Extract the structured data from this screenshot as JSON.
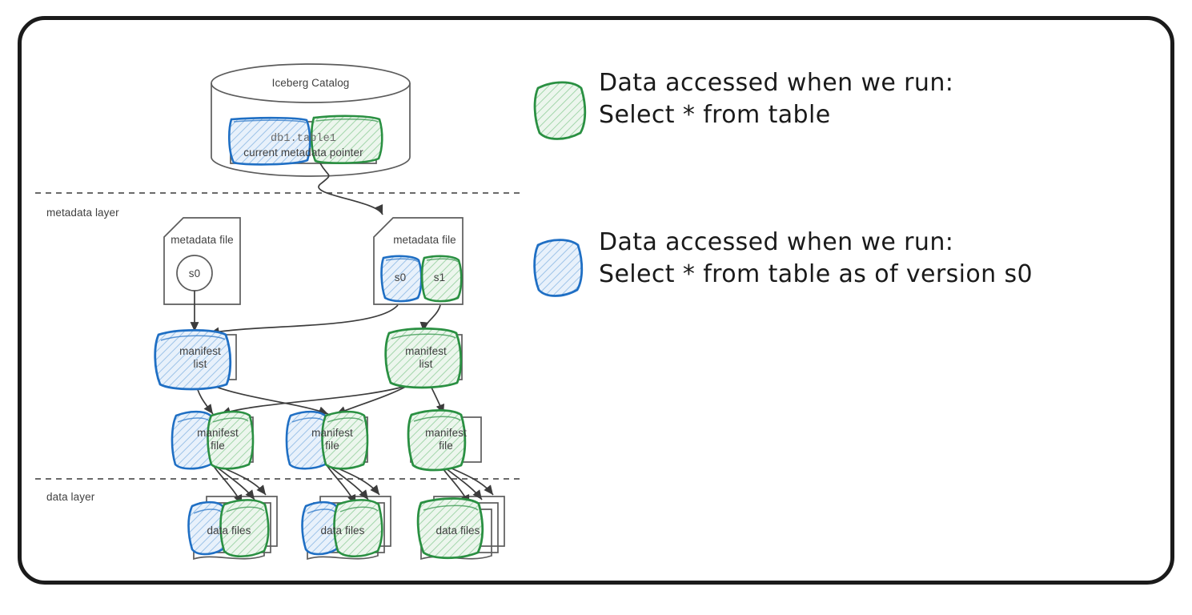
{
  "diagram": {
    "title_text": "Iceberg Catalog",
    "catalog": {
      "label": "Iceberg Catalog",
      "entry_name": "db1.table1",
      "entry_sub": "current metadata pointer"
    },
    "layers": [
      {
        "name": "metadata layer"
      },
      {
        "name": "data layer"
      }
    ],
    "metadata_files": [
      {
        "label": "metadata file",
        "snapshots": [
          "s0"
        ]
      },
      {
        "label": "metadata file",
        "snapshots": [
          "s0",
          "s1"
        ]
      }
    ],
    "manifest_lists": [
      {
        "label_line1": "manifest",
        "label_line2": "list",
        "highlight": "blue"
      },
      {
        "label_line1": "manifest",
        "label_line2": "list",
        "highlight": "green"
      }
    ],
    "manifest_files": [
      {
        "label_line1": "manifest",
        "label_line2": "file",
        "highlight": "blue-green"
      },
      {
        "label_line1": "manifest",
        "label_line2": "file",
        "highlight": "blue-green"
      },
      {
        "label_line1": "manifest",
        "label_line2": "file",
        "highlight": "green"
      }
    ],
    "data_file_groups": [
      {
        "label": "data files",
        "highlight": "blue-green"
      },
      {
        "label": "data files",
        "highlight": "blue-green"
      },
      {
        "label": "data files",
        "highlight": "green"
      }
    ]
  },
  "legend": {
    "items": [
      {
        "swatch_color": "green",
        "line1": "Data accessed when we run:",
        "line2": "Select * from table"
      },
      {
        "swatch_color": "blue",
        "line1": "Data accessed when we run:",
        "line2": "Select * from table as of version s0"
      }
    ]
  },
  "colors": {
    "blue_stroke": "#1f6fc4",
    "blue_fill": "#dce9f7",
    "green_stroke": "#2a9042",
    "green_fill": "#e1f2e3",
    "box_stroke": "#5c5c5c",
    "text": "#404040",
    "frame": "#1b1b1b"
  }
}
